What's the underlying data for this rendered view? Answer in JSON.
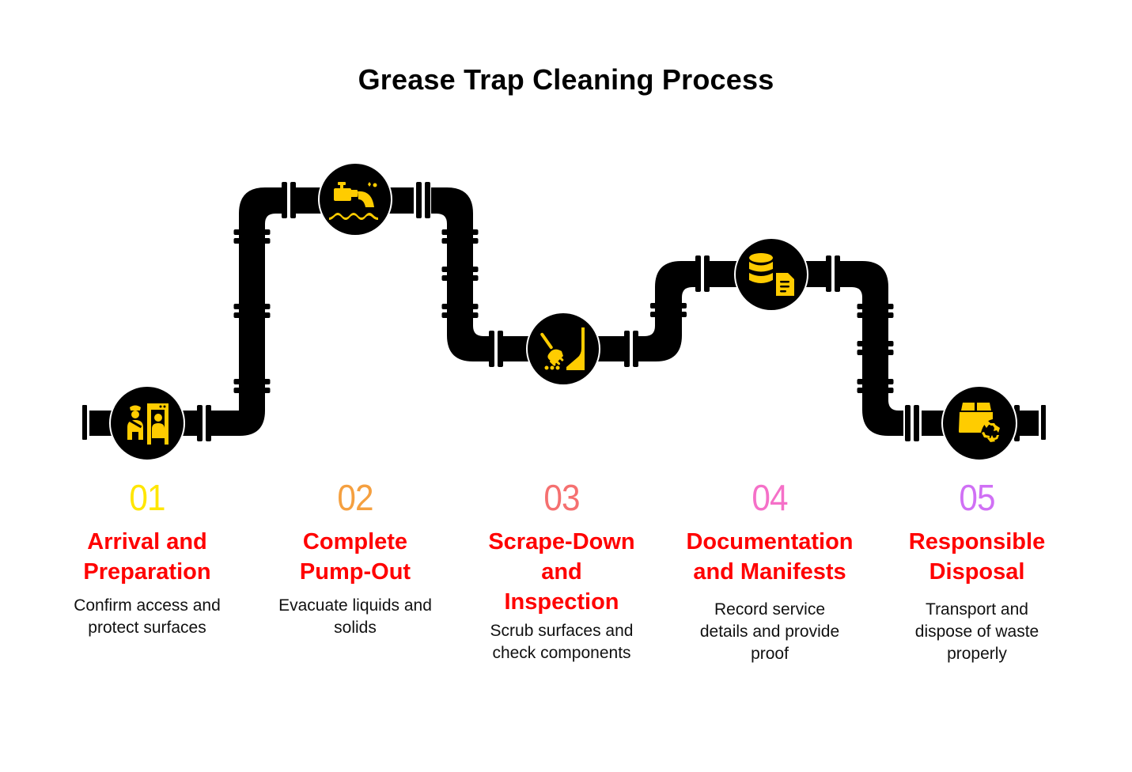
{
  "title": "Grease Trap Cleaning Process",
  "colors": {
    "pipe": "#000000",
    "icon": "#ffcc00",
    "heading": "#ff0000",
    "num_01": "#ffe600",
    "num_02": "#f5a040",
    "num_03": "#f57070",
    "num_04": "#f570c8",
    "num_05": "#d070f5"
  },
  "steps": [
    {
      "number": "01",
      "heading_line1": "Arrival and",
      "heading_line2": "Preparation",
      "heading_line3": "",
      "description_line1": "Confirm access and",
      "description_line2": "protect surfaces",
      "description_line3": "",
      "icon": "security-checkpoint-icon",
      "number_color": "#ffe600"
    },
    {
      "number": "02",
      "heading_line1": "Complete",
      "heading_line2": "Pump-Out",
      "heading_line3": "",
      "description_line1": "Evacuate liquids and",
      "description_line2": "solids",
      "description_line3": "",
      "icon": "tap-water-drain-icon",
      "number_color": "#f5a040"
    },
    {
      "number": "03",
      "heading_line1": "Scrape-Down",
      "heading_line2": "and",
      "heading_line3": "Inspection",
      "description_line1": "Scrub surfaces and",
      "description_line2": "check components",
      "description_line3": "",
      "icon": "sweeping-rake-icon",
      "number_color": "#f57070"
    },
    {
      "number": "04",
      "heading_line1": "Documentation",
      "heading_line2": "and Manifests",
      "heading_line3": "",
      "description_line1": "Record service",
      "description_line2": "details and provide",
      "description_line3": "proof",
      "icon": "database-document-icon",
      "number_color": "#f570c8"
    },
    {
      "number": "05",
      "heading_line1": "Responsible",
      "heading_line2": "Disposal",
      "heading_line3": "",
      "description_line1": "Transport and",
      "description_line2": "dispose of waste",
      "description_line3": "properly",
      "icon": "box-recycle-icon",
      "number_color": "#d070f5"
    }
  ]
}
